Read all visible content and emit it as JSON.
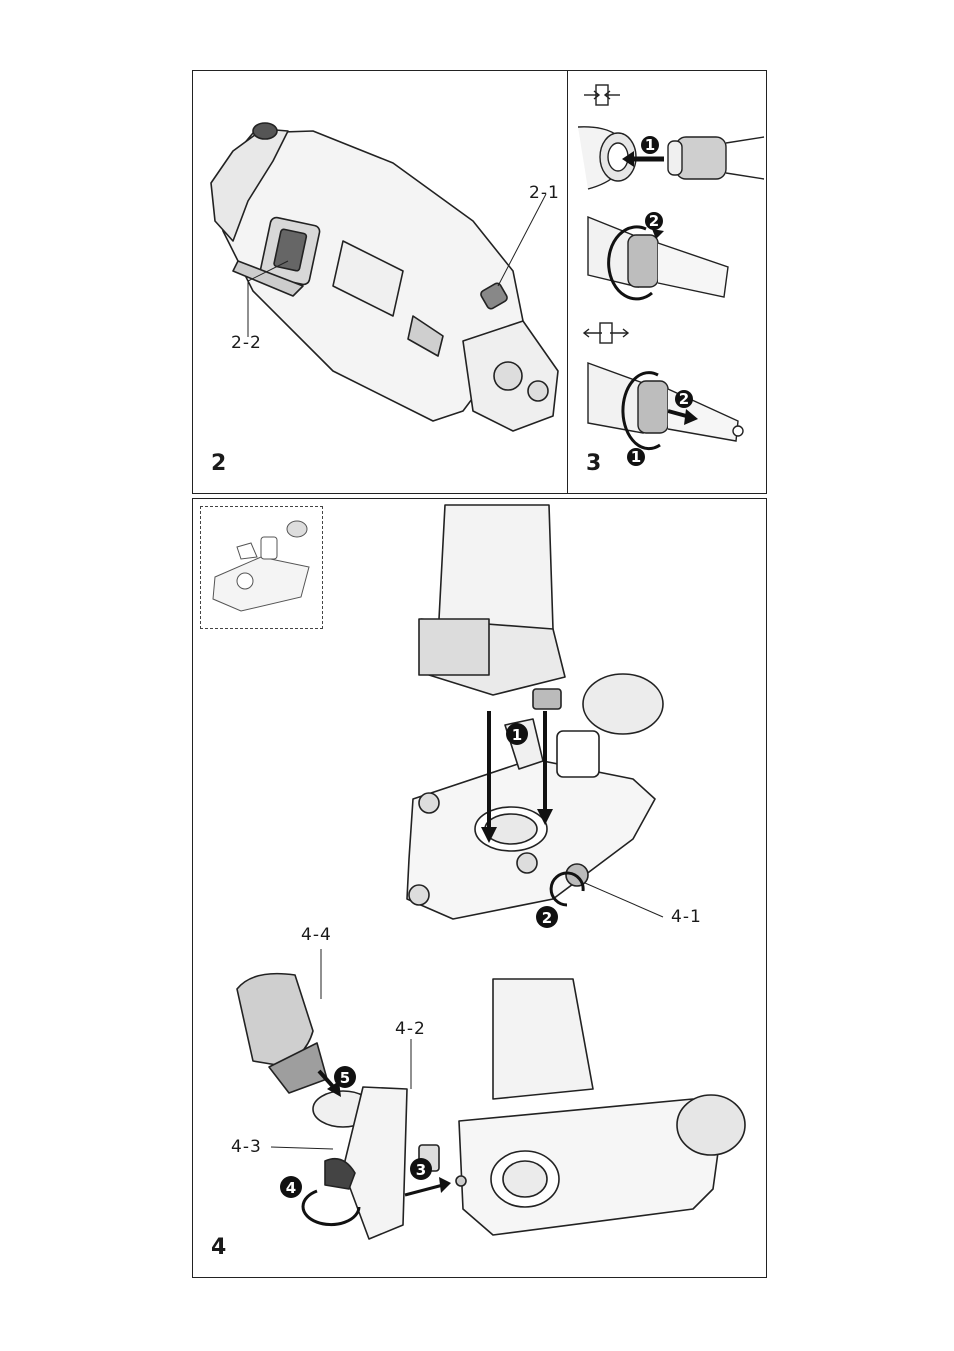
{
  "figure2": {
    "number": "2",
    "callouts": {
      "c1": "2-1",
      "c2": "2-2"
    }
  },
  "figure3": {
    "number": "3",
    "connect_icon": "connect-icon",
    "disconnect_icon": "disconnect-icon",
    "steps": {
      "s1": "1",
      "s2": "2",
      "s3": "2",
      "s4": "1"
    }
  },
  "figure4": {
    "number": "4",
    "callouts": {
      "c1": "4-1",
      "c2": "4-2",
      "c3": "4-3",
      "c4": "4-4"
    },
    "steps": {
      "s1": "1",
      "s2": "2",
      "s3": "3",
      "s4": "4",
      "s5": "5"
    }
  }
}
